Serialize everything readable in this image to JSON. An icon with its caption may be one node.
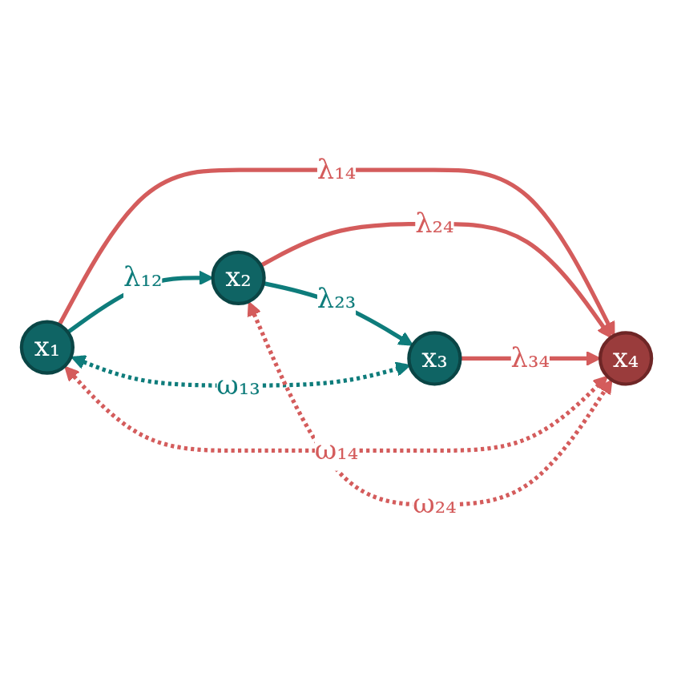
{
  "diagram": {
    "nodes": [
      {
        "text": [
          "x₁"
        ]
      },
      {
        "text": [
          "x₂"
        ]
      },
      {
        "text": [
          "x₃"
        ]
      },
      {
        "text": [
          "x₄"
        ]
      }
    ],
    "edges": [
      {
        "from": 0,
        "to": 1,
        "arrow": "to",
        "label": "λ₁₂",
        "color": "#0e7c7b"
      },
      {
        "from": 0,
        "to": 3,
        "arrow": "to",
        "label": "λ₁₄"
      },
      {
        "from": 1,
        "to": 2,
        "arrow": "to",
        "label": "λ₂₃",
        "color": "#0e7c7b"
      },
      {
        "from": 1,
        "to": 3,
        "arrow": "to",
        "label": "λ₂₄"
      },
      {
        "from": 2,
        "to": 3,
        "arrow": "to",
        "label": "λ₃₄"
      },
      {
        "from": 0,
        "to": 2,
        "arrow": "both",
        "label": "ω₁₃",
        "style": "dashed",
        "color": "#0e7c7b"
      },
      {
        "from": 0,
        "to": 3,
        "arrow": "both",
        "label": "ω₁₄",
        "style": "dashed"
      },
      {
        "from": 1,
        "to": 3,
        "arrow": "both",
        "label": "ω₂₄",
        "style": "dashed"
      }
    ]
  }
}
